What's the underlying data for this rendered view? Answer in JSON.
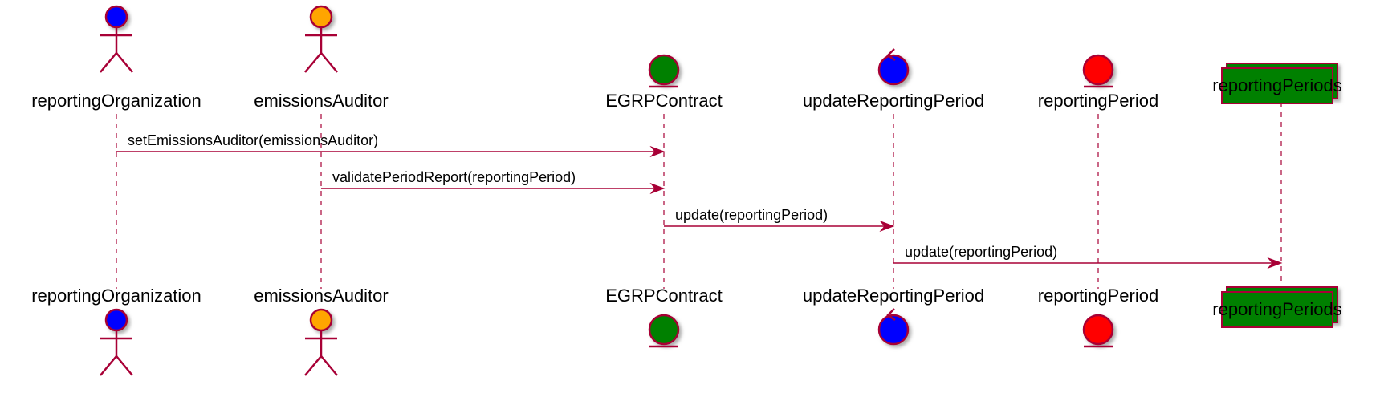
{
  "colors": {
    "line": "#A80036",
    "shadow": "#777777",
    "blue": "#0000FF",
    "orange": "#FFA500",
    "green": "#008000",
    "red": "#FF0000"
  },
  "participants": [
    {
      "id": "reportingOrganization",
      "label": "reportingOrganization",
      "kind": "actor",
      "color": "blue"
    },
    {
      "id": "emissionsAuditor",
      "label": "emissionsAuditor",
      "kind": "actor",
      "color": "orange"
    },
    {
      "id": "EGRPContract",
      "label": "EGRPContract",
      "kind": "entity",
      "color": "green"
    },
    {
      "id": "updateReportingPeriod",
      "label": "updateReportingPeriod",
      "kind": "control",
      "color": "blue"
    },
    {
      "id": "reportingPeriod",
      "label": "reportingPeriod",
      "kind": "entity",
      "color": "red"
    },
    {
      "id": "reportingPeriods",
      "label": "reportingPeriods",
      "kind": "collections",
      "color": "green"
    }
  ],
  "messages": [
    {
      "from": "reportingOrganization",
      "to": "EGRPContract",
      "text": "setEmissionsAuditor(emissionsAuditor)"
    },
    {
      "from": "emissionsAuditor",
      "to": "EGRPContract",
      "text": "validatePeriodReport(reportingPeriod)"
    },
    {
      "from": "EGRPContract",
      "to": "updateReportingPeriod",
      "text": "update(reportingPeriod)"
    },
    {
      "from": "updateReportingPeriod",
      "to": "reportingPeriods",
      "text": "update(reportingPeriod)"
    }
  ]
}
